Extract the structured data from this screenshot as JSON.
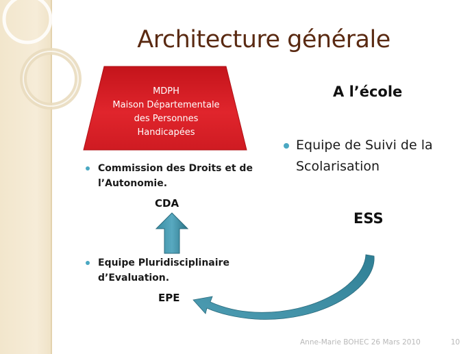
{
  "slide": {
    "title": "Architecture générale",
    "mdph_box": {
      "line1": "MDPH",
      "line2": "Maison Départementale",
      "line3": "des Personnes",
      "line4": "Handicapées",
      "color": "#d9222a"
    },
    "left_bullets": [
      {
        "line1": "Commission des Droits et de",
        "line2": "l’Autonomie.",
        "abbr": "CDA"
      },
      {
        "line1": "Equipe Pluridisciplinaire",
        "line2": "d’Evaluation.",
        "abbr": "EPE"
      }
    ],
    "right_heading": "A l’école",
    "right_bullet": {
      "line1": "Equipe de Suivi de la",
      "line2": "Scolarisation",
      "abbr": "ESS"
    },
    "footer": "Anne-Marie BOHEC 26 Mars 2010",
    "page_number": "10",
    "arrow_color": "#2f7f95",
    "bullet_color": "#4aa8c2",
    "title_color": "#5a2a12"
  }
}
